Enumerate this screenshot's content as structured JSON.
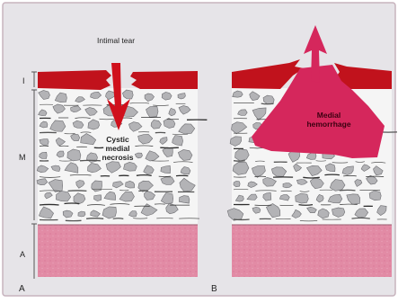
{
  "panel_a": {
    "panel_label": "A",
    "annotations": {
      "tear": "Intimal tear",
      "necrosis_line1": "Cystic",
      "necrosis_line2": "medial",
      "necrosis_line3": "necrosis"
    }
  },
  "panel_b": {
    "panel_label": "B",
    "annotations": {
      "hemorrhage_line1": "Medial",
      "hemorrhage_line2": "hemorrhage"
    }
  },
  "layer_labels": {
    "intima": "I",
    "media": "M",
    "adventitia": "A"
  },
  "colors": {
    "frame_background": "#e6e4e8",
    "border": "#c7b3bd",
    "intima": "#c1121c",
    "media_background": "#f5f5f5",
    "media_cells": "#b3b3b6",
    "media_fibers": "#2f2f2f",
    "adventitia": "#e28ba5",
    "hemorrhage": "#d5275c",
    "label_text": "#222222",
    "annotation_text_light": "#ffffff"
  }
}
